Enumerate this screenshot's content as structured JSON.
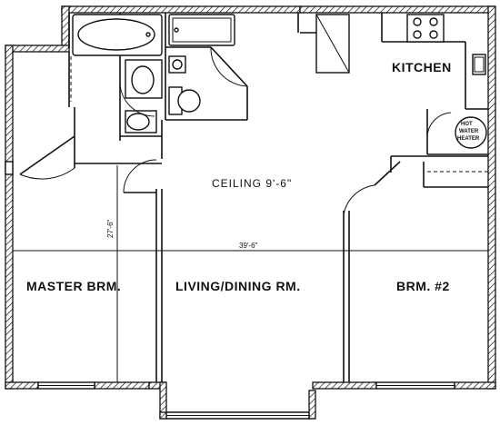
{
  "rooms": {
    "kitchen": "KITCHEN",
    "master": "MASTER BRM.",
    "living": "LIVING/DINING RM.",
    "bedroom2": "BRM. #2"
  },
  "notes": {
    "ceiling": "CEILING 9'-6\"",
    "width_dim": "39'-6\"",
    "depth_dim": "27'-6\"",
    "hot_water_1": "HOT",
    "hot_water_2": "WATER",
    "hot_water_3": "HEATER"
  }
}
